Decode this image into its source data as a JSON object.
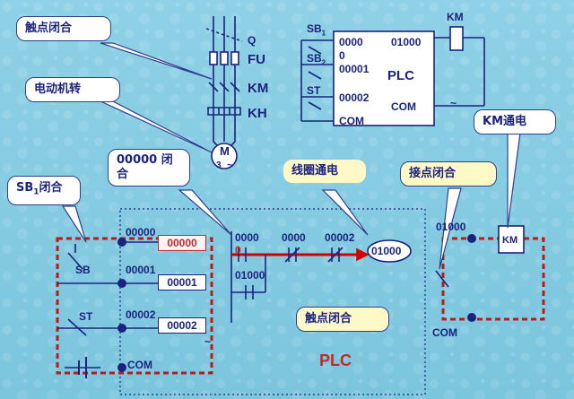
{
  "callouts": {
    "contact_close_top": "触点闭合",
    "motor_run": "电动机转",
    "sb1_close_prefix": "SB",
    "sb1_close_sub": "1",
    "sb1_close_suffix": "闭合",
    "in00000_line1": "00000 闭",
    "in00000_line2": "合",
    "coil_energized": "线圈通电",
    "contact_close_right": "接点闭合",
    "km_energized": "KM通电",
    "contact_close_bottom": "触点闭合"
  },
  "motor_circuit": {
    "q": "Q",
    "fu": "FU",
    "km": "KM",
    "kh": "KH",
    "motor_letter": "M",
    "motor_phase": "3",
    "motor_symbol": "~"
  },
  "plc_top": {
    "plc": "PLC",
    "in0": "0000",
    "in0b": "0",
    "in1": "00001",
    "in2": "00002",
    "com_left": "COM",
    "out": "01000",
    "com_right": "COM",
    "sb": "SB",
    "sb_sub1": "1",
    "sb2": "SB",
    "sb_sub2": "2",
    "st": "ST",
    "km": "KM",
    "tilde": "~"
  },
  "plc_bottom": {
    "in0": "00000",
    "in1": "00001",
    "in2": "00002",
    "com": "COM",
    "sb": "SB",
    "st": "ST",
    "plc": "PLC",
    "tilde": "~"
  },
  "ladder": {
    "c0": "0000",
    "c1": "0000",
    "c2": "00002",
    "coil": "01000",
    "hold": "01000",
    "zero": "0"
  },
  "output_circuit": {
    "out": "01000",
    "com": "COM",
    "km": "KM"
  }
}
